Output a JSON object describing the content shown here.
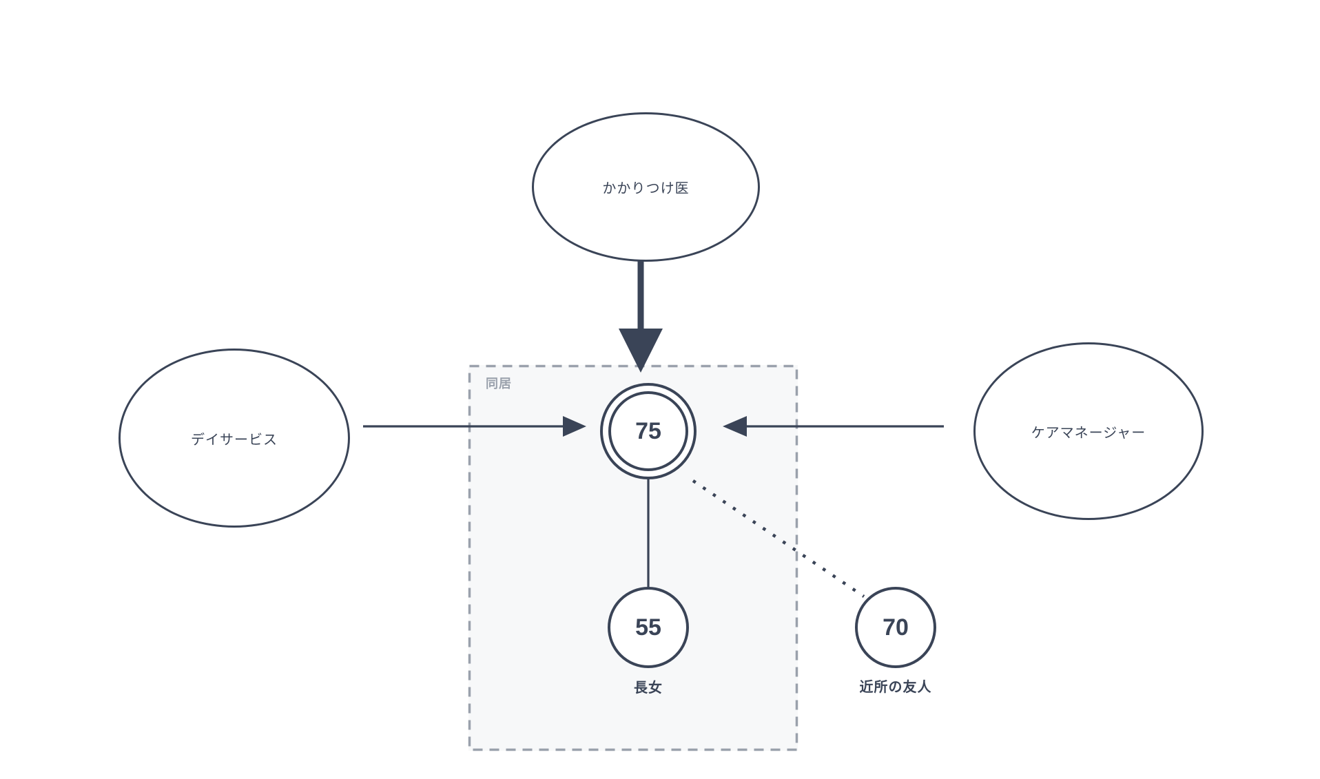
{
  "group": {
    "label": "同居"
  },
  "nodes": {
    "family_doctor": {
      "label": "かかりつけ医",
      "shape": "ellipse"
    },
    "day_service": {
      "label": "デイサービス",
      "shape": "ellipse"
    },
    "care_manager": {
      "label": "ケアマネージャー",
      "shape": "ellipse"
    },
    "elder": {
      "value": "75",
      "shape": "double-circle"
    },
    "daughter": {
      "value": "55",
      "label": "長女",
      "shape": "circle"
    },
    "friend": {
      "value": "70",
      "label": "近所の友人",
      "shape": "circle"
    }
  },
  "edges": [
    {
      "from": "family_doctor",
      "to": "elder",
      "style": "strong-arrow"
    },
    {
      "from": "day_service",
      "to": "elder",
      "style": "arrow"
    },
    {
      "from": "care_manager",
      "to": "elder",
      "style": "arrow"
    },
    {
      "from": "elder",
      "to": "daughter",
      "style": "line"
    },
    {
      "from": "elder",
      "to": "friend",
      "style": "dotted"
    }
  ],
  "colors": {
    "ink": "#3a4457",
    "group_border": "#9aa1ac",
    "group_fill": "#f7f8f9",
    "background": "#ffffff"
  }
}
